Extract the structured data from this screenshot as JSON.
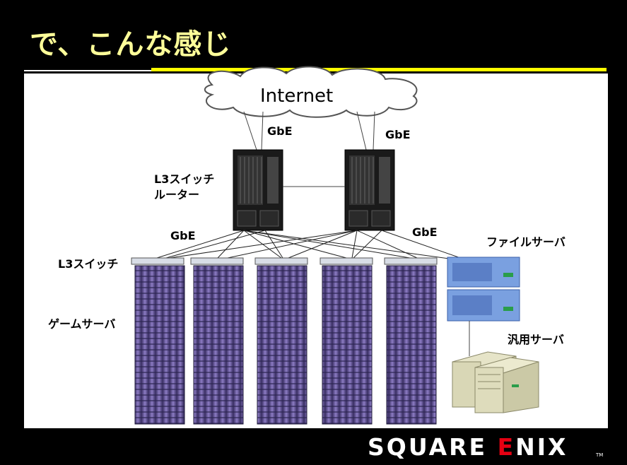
{
  "title": "で、こんな感じ",
  "diagram": {
    "internet": "Internet",
    "gbe_left_top": "GbE",
    "gbe_right_top": "GbE",
    "router_label_line1": "L3スイッチ",
    "router_label_line2": "ルーター",
    "gbe_left_mid": "GbE",
    "gbe_right_mid": "GbE",
    "l3_switch": "L3スイッチ",
    "game_server": "ゲームサーバ",
    "file_server": "ファイルサーバ",
    "general_server": "汎用サーバ"
  },
  "logo": {
    "prefix": "SQUARE ",
    "accent": "E",
    "suffix": "NIX",
    "tm": "TM"
  },
  "colors": {
    "title": "#ffff99",
    "rule": "#ffff00",
    "rack": "#5a4a8a",
    "file_server": "#6f95d8",
    "logo_accent": "#e60012"
  }
}
